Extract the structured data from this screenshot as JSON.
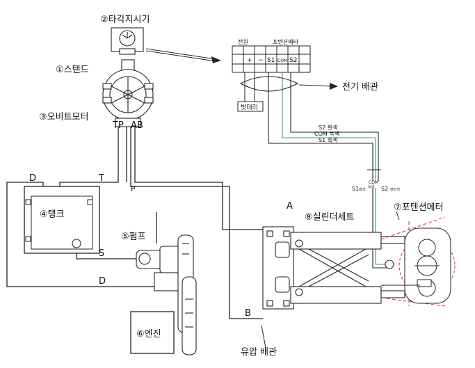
{
  "labels": {
    "tachometer": "②타각지시기",
    "stand": "①스탠드",
    "orbit_motor": "③오비트모터",
    "tank": "④탱크",
    "pump": "⑤펌프",
    "engine": "⑥엔진",
    "potentiometer": "⑦포텐션메터",
    "cylinder_set": "⑧실린더세트",
    "electric_piping": "전기 배관",
    "hydraulic_piping": "유압 배관",
    "battery": "밧데리"
  },
  "port_letters": {
    "tp": "TP",
    "ab": "AB",
    "d_top": "D",
    "t_top": "T",
    "p": "P",
    "s": "S",
    "d_bottom": "D",
    "a": "A",
    "b": "B"
  },
  "terminal_block": {
    "header_power": "전원",
    "header_pot": "포텐션메터",
    "cells": [
      "+",
      "−",
      "S1",
      "COM",
      "S2"
    ]
  },
  "wires": {
    "s2": "S2 흰색",
    "com": "COM 녹색",
    "s1": "S1 흑색",
    "com_small": "COM",
    "com_small_color": "녹색",
    "s1_bottom": "S1",
    "s1_bottom_color": "흑색",
    "s2_bottom": "S2",
    "s2_bottom_color": "파란색"
  },
  "colors": {
    "line": "#222222",
    "green_wire": "#3aa24a",
    "red_detail": "#d63030",
    "grey_fill": "#e4e4e4"
  }
}
